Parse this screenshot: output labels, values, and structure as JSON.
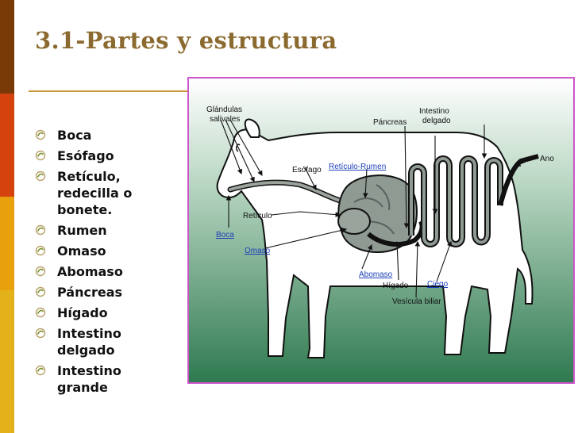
{
  "slide": {
    "title": "3.1-Partes y estructura",
    "bullets": [
      "Boca",
      "Esófago",
      "Retículo, redecilla o bonete.",
      "Rumen",
      "Omaso",
      "Abomaso",
      "Páncreas",
      "Hígado",
      "Intestino delgado",
      "Intestino grande"
    ],
    "bullet_icon": "swirl-bullet-icon"
  },
  "figure": {
    "labels": {
      "glandulas_1": "Glándulas",
      "glandulas_2": "salivales",
      "pancreas": "Páncreas",
      "intestino_1": "Intestino",
      "intestino_2": "delgado",
      "ano": "Ano",
      "esofago": "Esófago",
      "reticulo_rumen": "Retículo-Rumen",
      "reticulo": "Retículo",
      "boca": "Boca",
      "omaso": "Omaso",
      "abomaso": "Abomaso",
      "higado": "Hígado",
      "ciego": "Ciego",
      "vesicula": "Vesícula biliar"
    }
  },
  "colors": {
    "title": "#8b6a2f",
    "sidebar": [
      "#7a3a08",
      "#d4420e",
      "#e8a10c",
      "#e3b21a"
    ],
    "figure_border": "#cc55cc",
    "figure_background_top": "#ffffff",
    "figure_background_bottom": "#2f7a50",
    "link_label": "#1a3fb8"
  }
}
